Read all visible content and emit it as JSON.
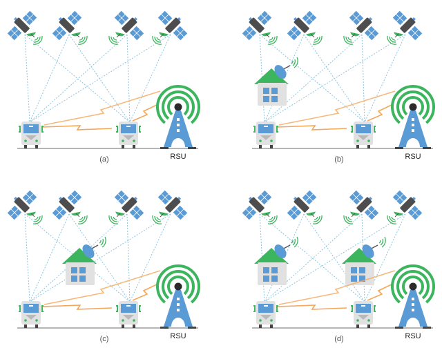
{
  "panels": [
    {
      "label": "(a)",
      "rsu_label": "RSU",
      "houses": 0
    },
    {
      "label": "(b)",
      "rsu_label": "RSU",
      "houses": 1
    },
    {
      "label": "(c)",
      "rsu_label": "RSU",
      "houses": 1
    },
    {
      "label": "(d)",
      "rsu_label": "RSU",
      "houses": 2
    }
  ],
  "colors": {
    "satellite_panel": "#5b9bd5",
    "satellite_body": "#4d4d4d",
    "signal_green": "#3cb55e",
    "link_line": "#8cc3e0",
    "v2x_link": "#f4a65a",
    "vehicle_body": "#e1e1e1",
    "road": "#b5b5b5"
  }
}
